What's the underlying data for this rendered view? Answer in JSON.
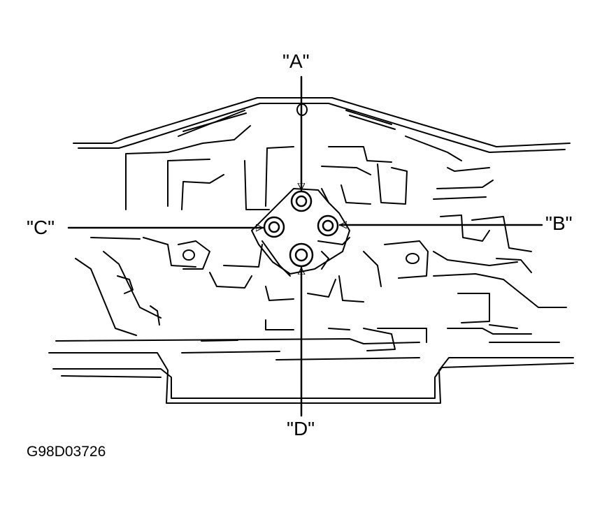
{
  "callouts": {
    "a": "\"A\"",
    "b": "\"B\"",
    "c": "\"C\"",
    "d": "\"D\""
  },
  "figure_id": "G98D03726",
  "colors": {
    "ink": "#000000",
    "paper": "#ffffff"
  },
  "bolts": [
    "A",
    "B",
    "C",
    "D"
  ]
}
